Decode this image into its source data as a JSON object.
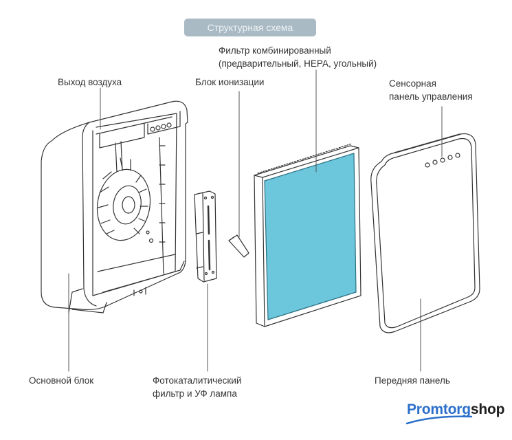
{
  "title": "Структурная схема",
  "labels": {
    "air_outlet": "Выход воздуха",
    "ionization_block": "Блок ионизации",
    "combined_filter_line1": "Фильтр комбинированный",
    "combined_filter_line2": "(предварительный, HEPA, угольный)",
    "touch_panel_line1": "Сенсорная",
    "touch_panel_line2": "панель управления",
    "main_unit": "Основной блок",
    "photocatalytic_line1": "Фотокаталитический",
    "photocatalytic_line2": "фильтр и УФ лампа",
    "front_panel": "Передняя панель"
  },
  "logo": {
    "part1": "Promtorg",
    "part2": "shop"
  },
  "colors": {
    "title_pill": "#a9bac4",
    "filter_media": "#6cc6dc",
    "line": "#333333",
    "logo_blue": "#2a6fc9",
    "logo_dark": "#1e1e1e"
  }
}
